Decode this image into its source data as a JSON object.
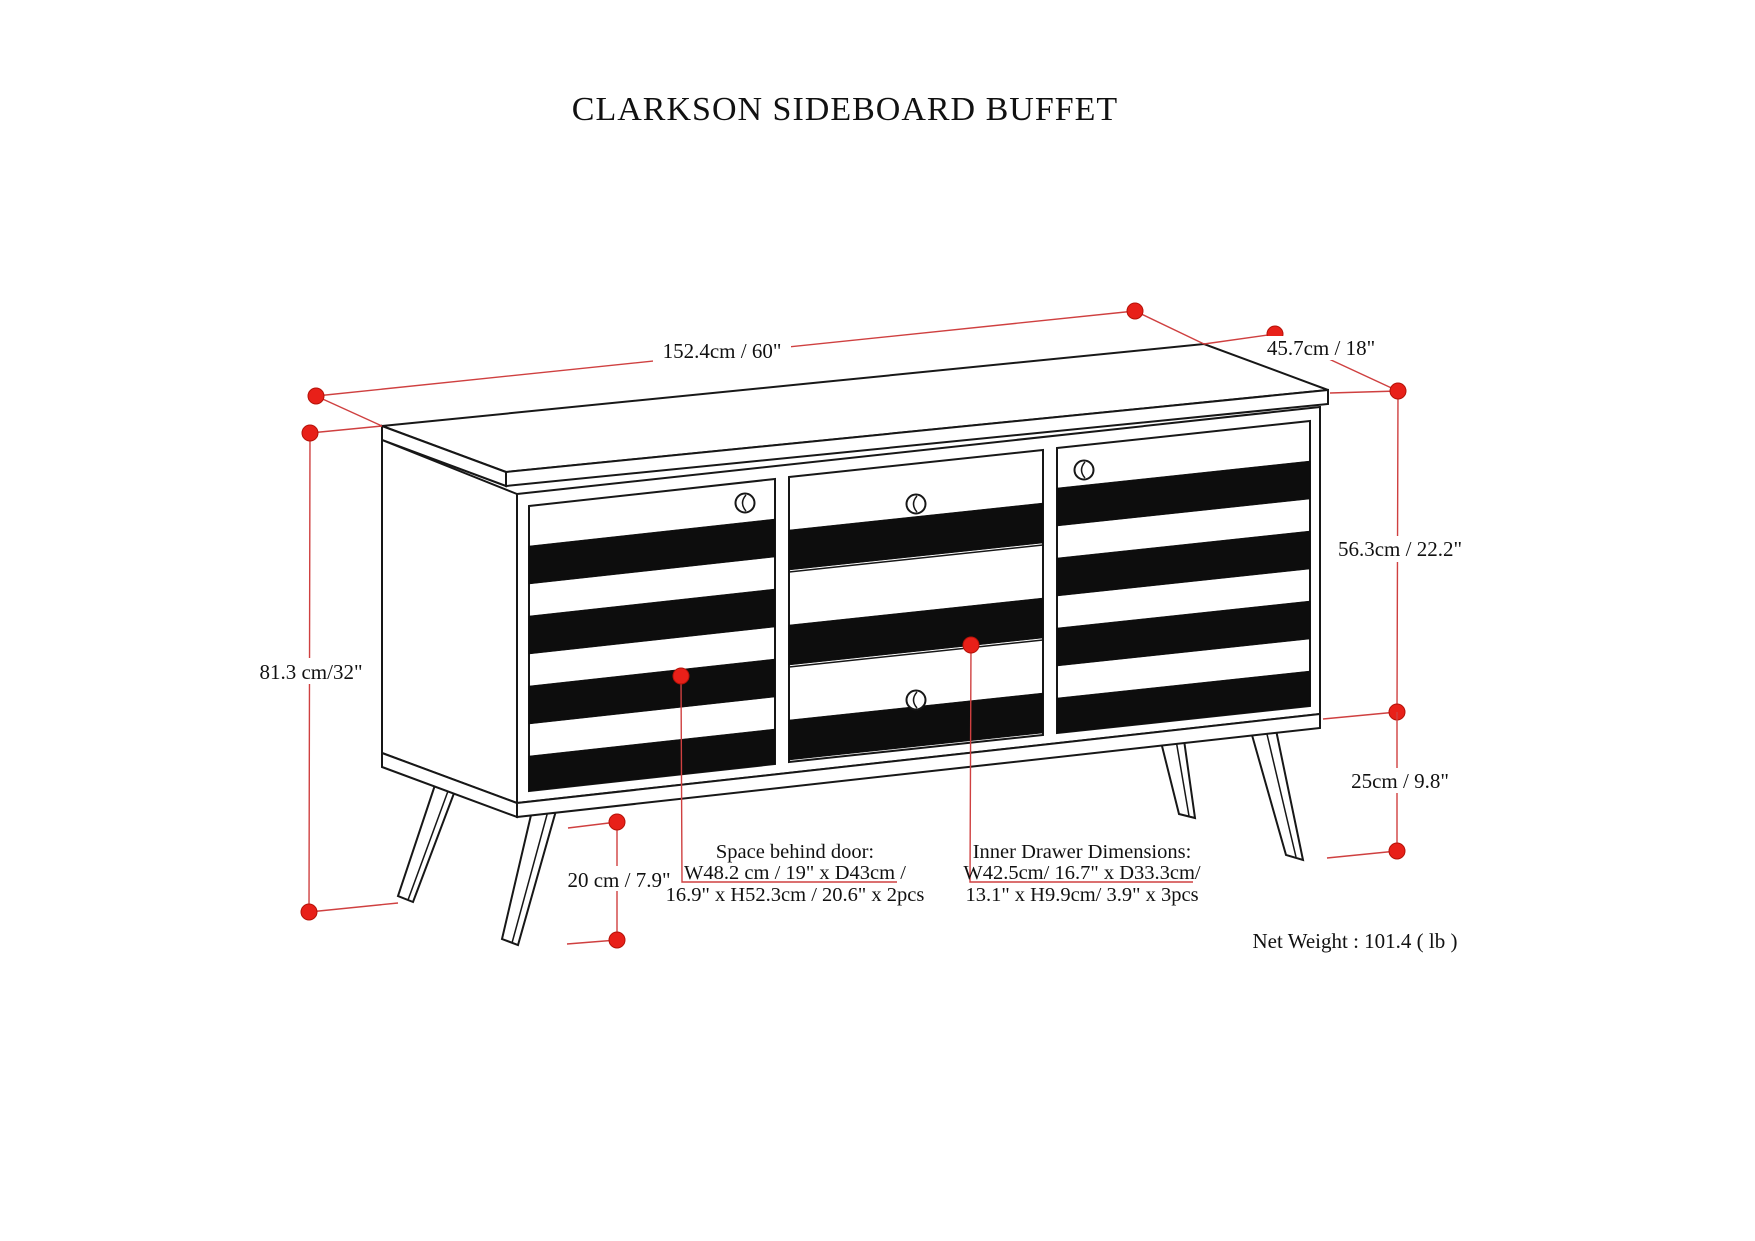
{
  "title": "CLARKSON SIDEBOARD BUFFET",
  "dimensions": {
    "width": "152.4cm / 60\"",
    "depth": "45.7cm / 18\"",
    "cabinet_height": "56.3cm / 22.2\"",
    "total_height": "81.3 cm/32\"",
    "leg_clearance": "25cm / 9.8\"",
    "leg_height": "20 cm / 7.9\""
  },
  "callouts": {
    "space_behind_door": {
      "line1": "Space behind door:",
      "line2": "W48.2 cm / 19\" x D43cm /",
      "line3": "16.9\" x H52.3cm / 20.6\" x 2pcs"
    },
    "inner_drawer": {
      "line1": "Inner Drawer Dimensions:",
      "line2": "W42.5cm/ 16.7\" x D33.3cm/",
      "line3": "13.1\" x H9.9cm/ 3.9\" x 3pcs"
    }
  },
  "net_weight": "Net Weight : 101.4 ( lb )",
  "colors": {
    "dimension_red": "#e82019",
    "line_black": "#171717",
    "background": "#ffffff"
  }
}
